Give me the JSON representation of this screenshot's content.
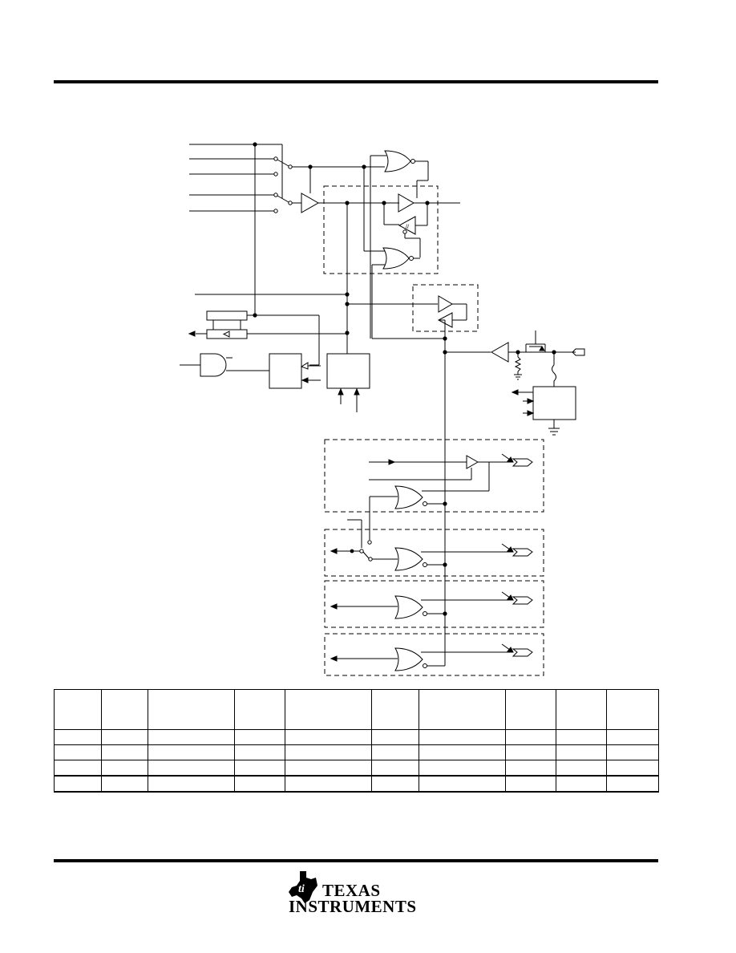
{
  "header": {
    "rule_color": "#000000"
  },
  "schematic": {
    "amp_symbol_label": "//"
  },
  "table": {
    "columns": 10,
    "rows": [
      [
        "",
        "",
        "",
        "",
        "",
        "",
        "",
        "",
        "",
        ""
      ],
      [
        "",
        "",
        "",
        "",
        "",
        "",
        "",
        "",
        "",
        ""
      ],
      [
        "",
        "",
        "",
        "",
        "",
        "",
        "",
        "",
        "",
        ""
      ],
      [
        "",
        "",
        "",
        "",
        "",
        "",
        "",
        "",
        "",
        ""
      ],
      [
        "",
        "",
        "",
        "",
        "",
        "",
        "",
        "",
        "",
        ""
      ]
    ]
  },
  "footer": {
    "logo_icon": "ti-logo-icon",
    "brand_line1": "TEXAS",
    "brand_line2": "INSTRUMENTS"
  }
}
